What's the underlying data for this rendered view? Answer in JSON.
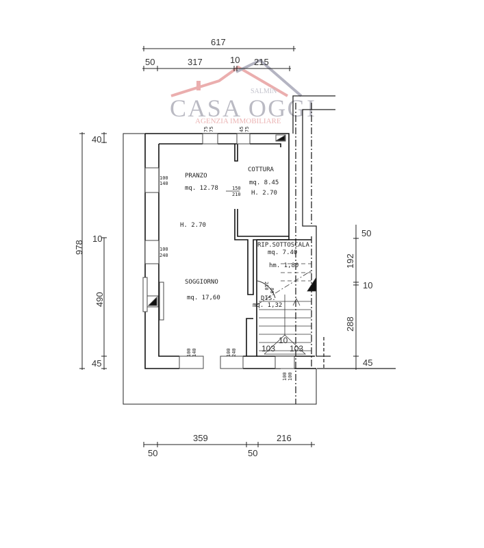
{
  "watermark": {
    "brand": "CASA OGGI",
    "owner": "SALMIN",
    "subtitle": "AGENZIA IMMOBILIARE",
    "colors": {
      "roof": "#e8a0a0",
      "text": "#9a9aa8",
      "subtitle": "#e8a8a8",
      "roof_right": "#a8a8b8"
    }
  },
  "dimensions": {
    "top_total": "617",
    "top_parts": [
      "50",
      "317",
      "10",
      "215"
    ],
    "left_total": "978",
    "left_parts": [
      "40",
      "10",
      "490",
      "45"
    ],
    "right_parts": [
      "50",
      "192",
      "10",
      "288",
      "45"
    ],
    "bottom_parts": [
      "359",
      "216",
      "50",
      "50"
    ],
    "stair": [
      "10",
      "103",
      "103"
    ]
  },
  "rooms": {
    "pranzo": {
      "name": "PRANZO",
      "area": "mq. 12.78",
      "height": "H. 2.70"
    },
    "cottura": {
      "name": "COTTURA",
      "area": "mq. 8.45",
      "height": "H. 2.70"
    },
    "soggiorno": {
      "name": "SOGGIORNO",
      "area": "mq.  17,60"
    },
    "ripostiglio": {
      "name": "RIP.SOTTOSCALA",
      "area": "mq.  7.40",
      "height": "hm. 1,80"
    },
    "disimpegno": {
      "name": "DIS.",
      "area": "mq.  1,32"
    }
  },
  "openings": {
    "top_left_window": [
      "75",
      "75"
    ],
    "top_right_window": [
      "45",
      "75"
    ],
    "left_window_1": [
      "100",
      "140"
    ],
    "left_window_2": [
      "100",
      "240"
    ],
    "kitchen_door": [
      "150",
      "210"
    ],
    "dis_door": [
      "80",
      "210"
    ],
    "bottom_window_1": [
      "100",
      "140"
    ],
    "bottom_window_2": [
      "100",
      "240"
    ],
    "bottom_door": [
      "100",
      "100"
    ]
  }
}
